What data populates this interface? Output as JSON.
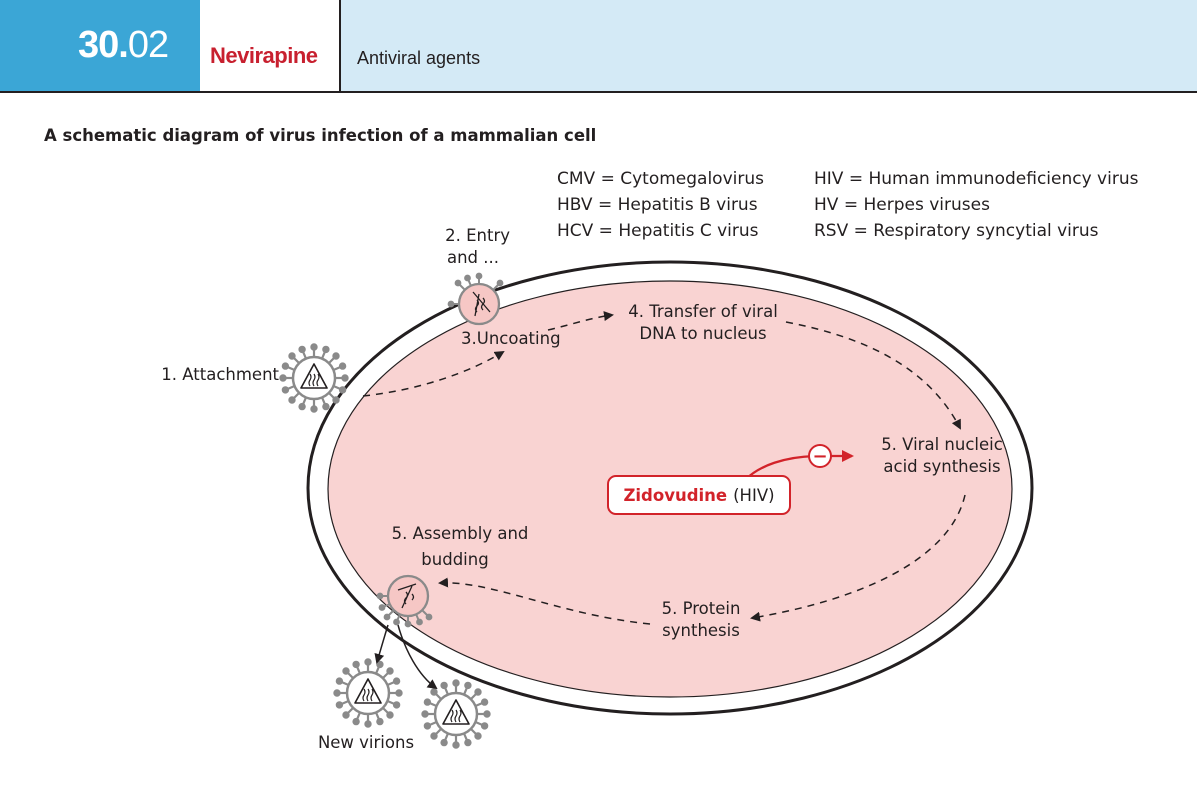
{
  "header": {
    "number_major": "30.",
    "number_minor": "02",
    "title": "Nevirapine",
    "subtitle": "Antiviral agents"
  },
  "page_title": "A schematic diagram of virus infection of a mammalian cell",
  "legend": {
    "left": [
      "CMV = Cytomegalovirus",
      "HBV = Hepatitis B virus",
      "HCV = Hepatitis C virus"
    ],
    "right": [
      "HIV = Human immunodeficiency virus",
      "HV = Herpes viruses",
      "RSV = Respiratory syncytial virus"
    ]
  },
  "diagram": {
    "steps": {
      "attachment": "1. Attachment",
      "entry_1": "2. Entry",
      "entry_2": "and ...",
      "uncoating": "3.Uncoating",
      "transfer_1": "4. Transfer of viral",
      "transfer_2": "DNA to nucleus",
      "synthesis_1": "5. Viral nucleic",
      "synthesis_2": "acid synthesis",
      "protein_1": "5. Protein",
      "protein_2": "synthesis",
      "assembly_1": "5. Assembly and",
      "assembly_2": "budding",
      "new_virions": "New virions"
    },
    "drug": {
      "name": "Zidovudine",
      "target": "(HIV)",
      "effect_symbol": "−"
    },
    "colors": {
      "cell_fill": "#f9d3d2",
      "drug_red": "#d2232a",
      "virion_grey": "#8a8a8a"
    }
  }
}
